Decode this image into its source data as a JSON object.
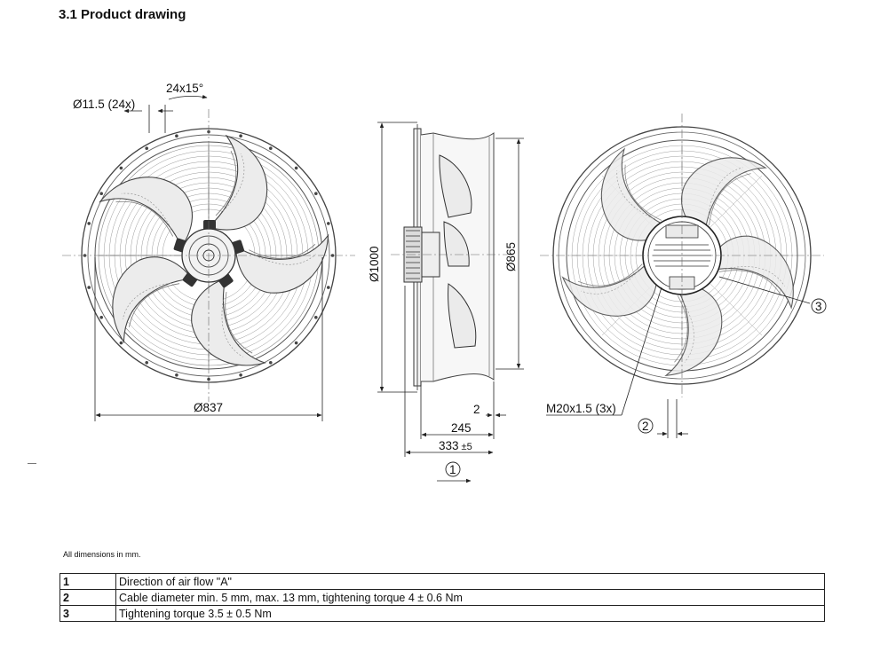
{
  "page": {
    "section_title": "3.1 Product drawing",
    "note": "All dimensions in mm."
  },
  "dimensions": {
    "hole": "Ø11.5 (24x)",
    "angle": "24x15°",
    "diameter_837": "Ø837",
    "diameter_1000": "Ø1000",
    "diameter_865": "Ø865",
    "depth_2": "2",
    "depth_245": "245",
    "depth_333": "333",
    "depth_333_tol": "±5",
    "thread": "M20x1.5 (3x)"
  },
  "callouts": {
    "c1": "1",
    "c2": "2",
    "c3": "3"
  },
  "legend": [
    {
      "num": "1",
      "text": "Direction of air flow \"A\""
    },
    {
      "num": "2",
      "text": "Cable diameter min. 5 mm, max. 13 mm, tightening torque 4 ± 0.6 Nm"
    },
    {
      "num": "3",
      "text": "Tightening torque 3.5 ± 0.5 Nm"
    }
  ],
  "colors": {
    "line": "#555555",
    "dark": "#222222",
    "blade_fill": "#e9e9e9"
  }
}
